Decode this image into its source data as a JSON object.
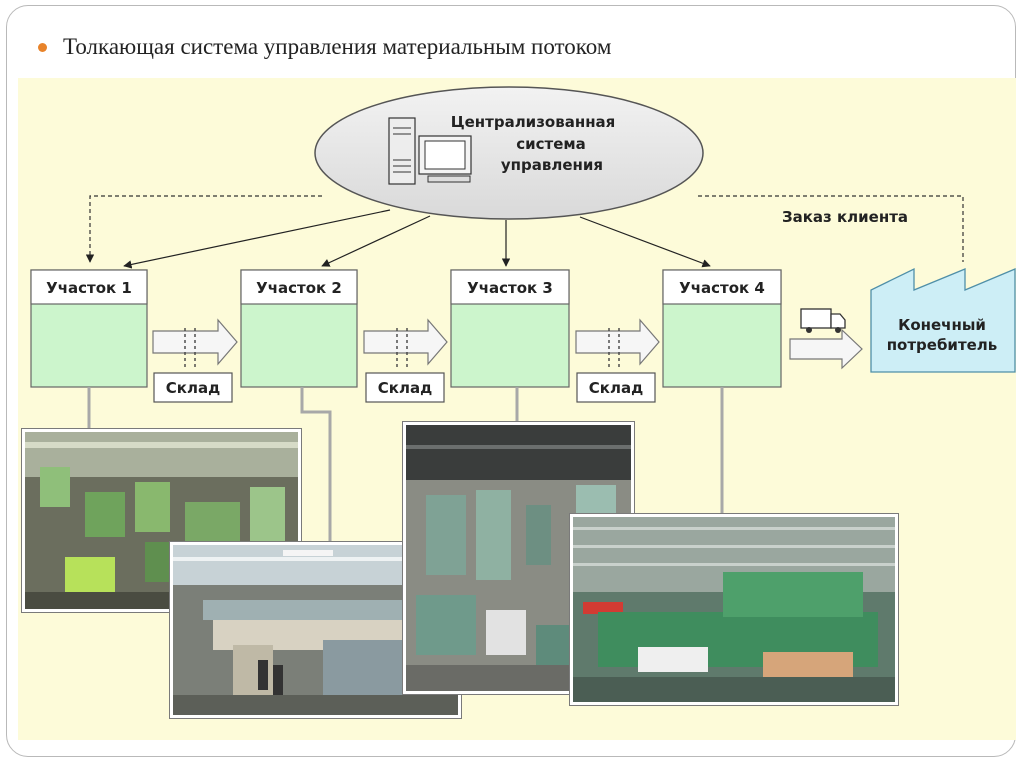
{
  "slide": {
    "title": "Толкающая система управления материальным потоком"
  },
  "diagram": {
    "center_node": {
      "line1": "Централизованная",
      "line2": "система",
      "line3": "управления"
    },
    "order_label": "Заказ клиента",
    "sections": [
      {
        "label": "Участок 1"
      },
      {
        "label": "Участок 2"
      },
      {
        "label": "Участок 3"
      },
      {
        "label": "Участок 4"
      }
    ],
    "warehouses": [
      {
        "label": "Склад"
      },
      {
        "label": "Склад"
      },
      {
        "label": "Склад"
      }
    ],
    "consumer": {
      "line1": "Конечный",
      "line2": "потребитель"
    },
    "colors": {
      "section_fill": "#ccf5cc",
      "consumer_fill": "#cdeef6",
      "panel_bg": "#fdfbd9",
      "bullet": "#e8832a",
      "ellipse_fill": "#e6e6e6"
    },
    "icons": [
      "computer-icon",
      "truck-icon",
      "factory-icon"
    ]
  },
  "photos": [
    {
      "name": "workshop-photo-1"
    },
    {
      "name": "workshop-photo-2"
    },
    {
      "name": "workshop-photo-3"
    },
    {
      "name": "workshop-photo-4"
    }
  ]
}
